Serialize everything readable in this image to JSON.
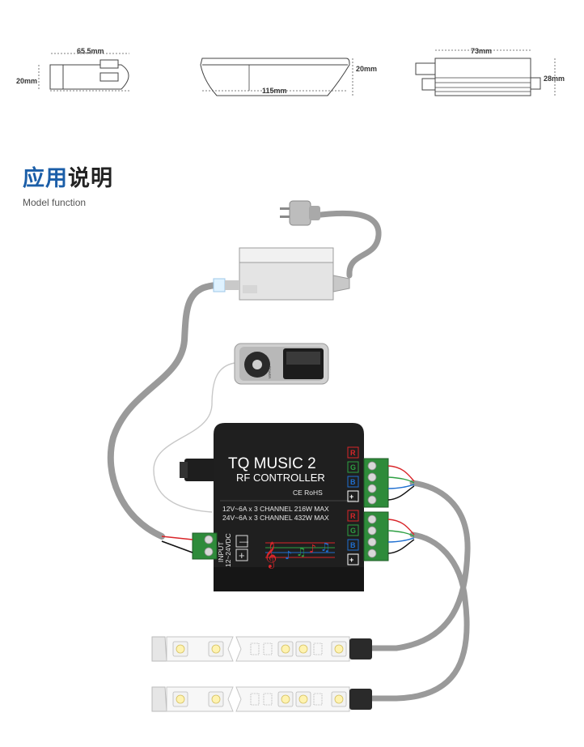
{
  "dimensions": {
    "left": {
      "width": "65.5mm",
      "height": "20mm"
    },
    "middle": {
      "width": "115mm",
      "height": "20mm"
    },
    "right": {
      "width": "73mm",
      "height": "28mm"
    }
  },
  "section": {
    "title_accent": "应用",
    "title_rest": "说明",
    "subtitle": "Model function"
  },
  "controller": {
    "name": "TQ MUSIC 2",
    "model": "RF CONTROLLER",
    "cert": "CE RoHS",
    "spec_12v": "12V~6A x 3  CHANNEL   216W MAX",
    "spec_24v": "24V~6A x 3  CHANNEL   432W MAX",
    "input_label": "INPUT",
    "input_voltage": "12~24VDC",
    "minus": "—",
    "plus": "+",
    "channels": [
      "R",
      "G",
      "B",
      "+"
    ]
  },
  "remote": {
    "button_label": "POWER"
  },
  "colors": {
    "accent": "#1b5ea8",
    "controller_body": "#1f1f1f",
    "terminal_green": "#2e8b3a",
    "red": "#d9262a",
    "green": "#2ea043",
    "blue": "#1f6fd1",
    "cable": "#9a9a9a"
  }
}
